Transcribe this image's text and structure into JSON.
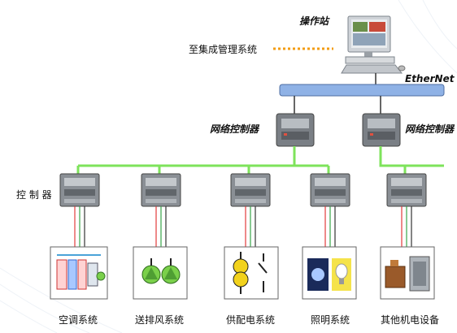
{
  "workstation_label": "操作站",
  "integration_label": "至集成管理系统",
  "ethernet_label": "EtherNet",
  "network_controller_label": "网络控制器",
  "controller_label": "控 制 器",
  "subsystems": [
    "空调系统",
    "送排风系统",
    "供配电系统",
    "照明系统",
    "其他机电设备"
  ],
  "colors": {
    "bus": "#8fb2e6",
    "green_link": "#7ee35b",
    "dotted_link": "#f39c12"
  }
}
